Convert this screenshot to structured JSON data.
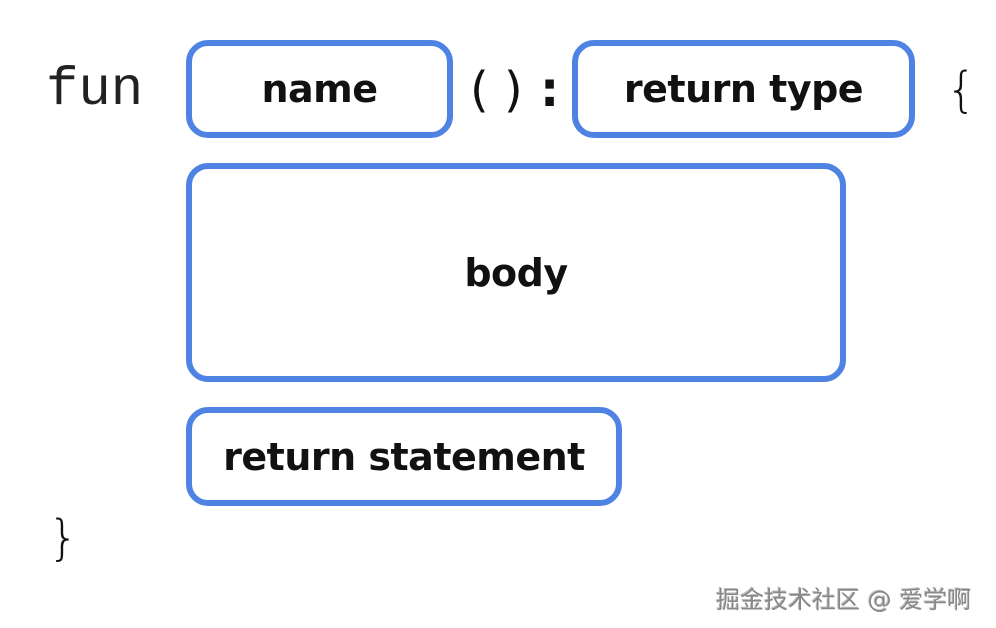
{
  "diagram": {
    "keyword": "fun",
    "name_box": "name",
    "parens": "( )",
    "colon": ":",
    "return_type_box": "return type",
    "open_brace": "{",
    "body_box": "body",
    "return_statement_box": "return statement",
    "close_brace": "}"
  },
  "colors": {
    "box_border": "#4f83e3"
  },
  "watermark": "掘金技术社区 @ 爱学啊"
}
